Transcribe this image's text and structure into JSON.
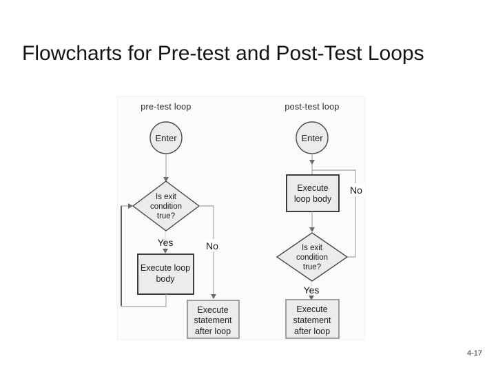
{
  "slide": {
    "title": "Flowcharts for Pre-test and Post-Test Loops",
    "page_number": "4-17"
  },
  "diagram": {
    "pretest": {
      "heading": "pre-test loop",
      "enter": "Enter",
      "decision": [
        "Is exit",
        "condition",
        "true?"
      ],
      "yes": "Yes",
      "no": "No",
      "loop_body": [
        "Execute loop",
        "body"
      ],
      "after_loop": [
        "Execute",
        "statement",
        "after loop"
      ]
    },
    "posttest": {
      "heading": "post-test loop",
      "enter": "Enter",
      "decision": [
        "Is exit",
        "condition",
        "true?"
      ],
      "yes": "Yes",
      "no": "No",
      "loop_body": [
        "Execute",
        "loop body"
      ],
      "after_loop": [
        "Execute",
        "statement",
        "after loop"
      ]
    },
    "colors": {
      "node_fill": "#ececec",
      "node_border": "#474747",
      "connector": "#a6a6a6",
      "text": "#1c1c1c",
      "title_text": "#131313"
    }
  }
}
